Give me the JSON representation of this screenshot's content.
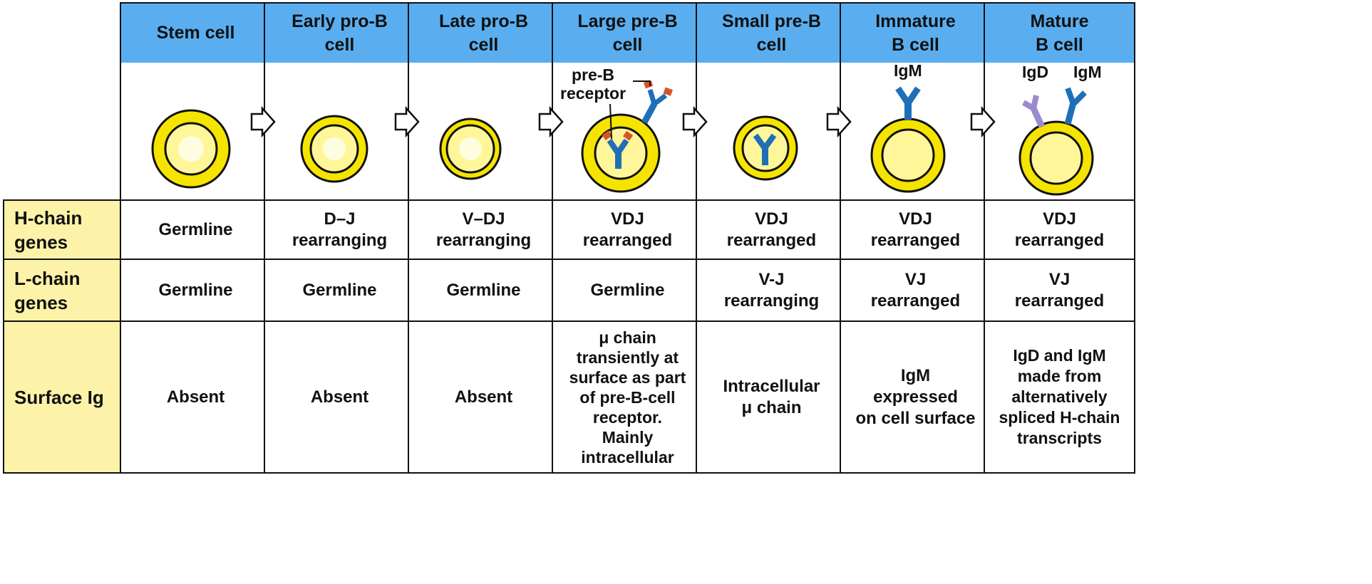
{
  "stages": [
    {
      "name": "Stem cell",
      "h_chain": "Germline",
      "l_chain": "Germline",
      "surface_ig": "Absent"
    },
    {
      "name": "Early pro-B\ncell",
      "h_chain": "D–J\nrearranging",
      "l_chain": "Germline",
      "surface_ig": "Absent"
    },
    {
      "name": "Late pro-B\ncell",
      "h_chain": "V–DJ\nrearranging",
      "l_chain": "Germline",
      "surface_ig": "Absent"
    },
    {
      "name": "Large pre-B\ncell",
      "h_chain": "VDJ\nrearranged",
      "l_chain": "Germline",
      "surface_ig": "μ chain\ntransiently at\nsurface as part\nof pre-B-cell\nreceptor.\nMainly\nintracellular"
    },
    {
      "name": "Small pre-B\ncell",
      "h_chain": "VDJ\nrearranged",
      "l_chain": "V-J\nrearranging",
      "surface_ig": "Intracellular\nμ chain"
    },
    {
      "name": "Immature\nB cell",
      "h_chain": "VDJ\nrearranged",
      "l_chain": "VJ\nrearranged",
      "surface_ig": "IgM\nexpressed\non cell surface"
    },
    {
      "name": "Mature\nB cell",
      "h_chain": "VDJ\nrearranged",
      "l_chain": "VJ\nrearranged",
      "surface_ig": "IgD and IgM\nmade from\nalternatively\nspliced H-chain\ntranscripts"
    }
  ],
  "row_labels": {
    "h_chain": "H-chain\ngenes",
    "l_chain": "L-chain\ngenes",
    "surface_ig": "Surface Ig"
  },
  "annotations": {
    "pre_b_receptor": "pre-B\nreceptor",
    "igm_immature": "IgM",
    "igd_mature": "IgD",
    "igm_mature": "IgM"
  },
  "colors": {
    "header_blue": "#5aaef0",
    "label_yellow": "#fdf3a8",
    "cell_yellow": "#f5e400",
    "cell_light": "#fffbc0",
    "antibody_blue": "#1f6fb8",
    "light_chain_orange": "#d4552a",
    "igd_purple": "#9a8bd0"
  }
}
